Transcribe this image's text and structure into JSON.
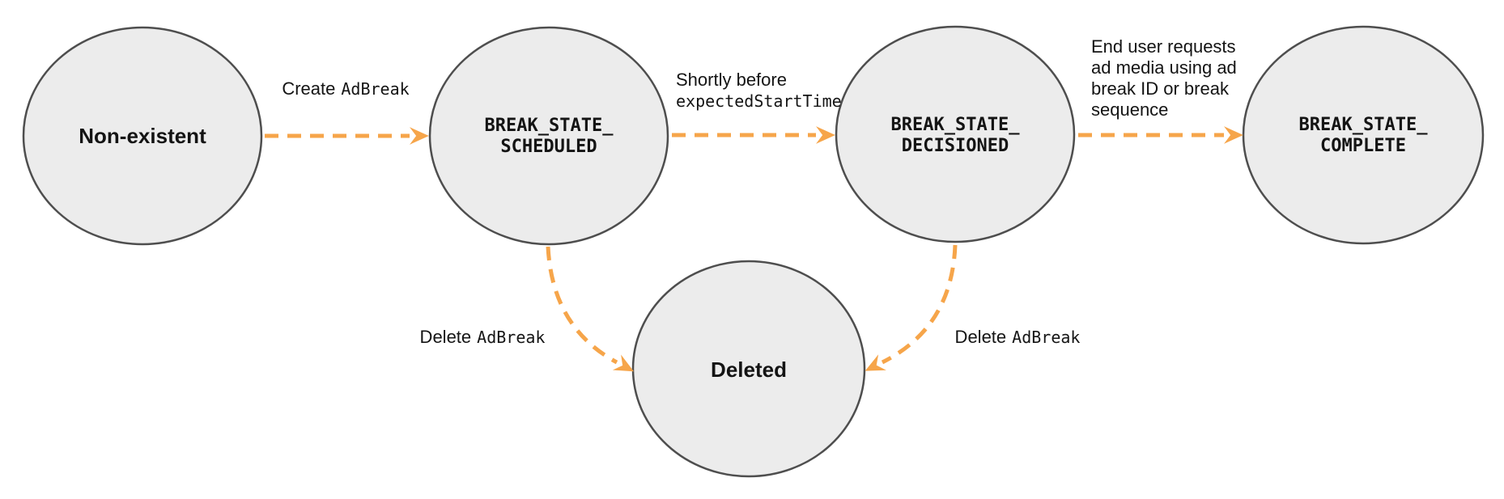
{
  "diagram": {
    "colors": {
      "node_fill": "#ececec",
      "node_stroke": "#4e4e4e",
      "arrow_color": "#F6A54A",
      "text_color": "#141414"
    },
    "nodes": [
      {
        "id": "non-existent",
        "style": "plain",
        "line1": "Non-existent",
        "line2": ""
      },
      {
        "id": "break-state-scheduled",
        "style": "code",
        "line1": "BREAK_STATE_",
        "line2": "SCHEDULED"
      },
      {
        "id": "break-state-decisioned",
        "style": "code",
        "line1": "BREAK_STATE_",
        "line2": "DECISIONED"
      },
      {
        "id": "break-state-complete",
        "style": "code",
        "line1": "BREAK_STATE_",
        "line2": "COMPLETE"
      },
      {
        "id": "deleted",
        "style": "plain",
        "line1": "Deleted",
        "line2": ""
      }
    ],
    "edges": [
      {
        "from": "non-existent",
        "to": "break-state-scheduled",
        "label_plain": "Create",
        "label_code": "AdBreak"
      },
      {
        "from": "break-state-scheduled",
        "to": "break-state-decisioned",
        "label_plain": "Shortly before",
        "label_code": "expectedStartTime"
      },
      {
        "from": "break-state-decisioned",
        "to": "break-state-complete",
        "label_lines": [
          "End user requests",
          "ad media using ad",
          "break ID or break",
          "sequence"
        ]
      },
      {
        "from": "break-state-scheduled",
        "to": "deleted",
        "label_plain": "Delete",
        "label_code": "AdBreak"
      },
      {
        "from": "break-state-decisioned",
        "to": "deleted",
        "label_plain": "Delete",
        "label_code": "AdBreak"
      }
    ]
  }
}
